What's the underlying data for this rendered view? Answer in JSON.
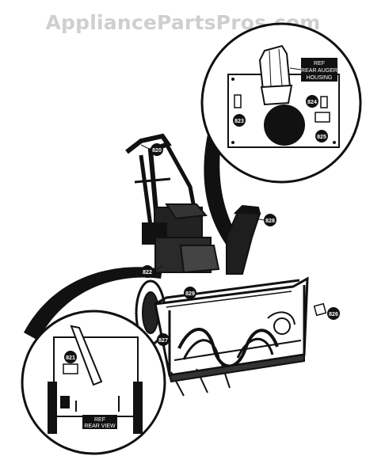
{
  "watermark": "AppliancePartsPros.com",
  "callouts": {
    "c820": "820",
    "c821": "821",
    "c822": "822",
    "c823": "823",
    "c824": "824",
    "c825": "825",
    "c826": "826",
    "c827": "827",
    "c828": "828",
    "c829": "829"
  },
  "ref_rear_auger": {
    "line1": "REF",
    "line2": "REAR AUGER",
    "line3": "HOUSING"
  },
  "ref_rear_view": {
    "line1": "REF",
    "line2": "REAR VIEW"
  },
  "colors": {
    "ink": "#111111",
    "paper": "#ffffff",
    "watermark": "#cfcfcf"
  }
}
